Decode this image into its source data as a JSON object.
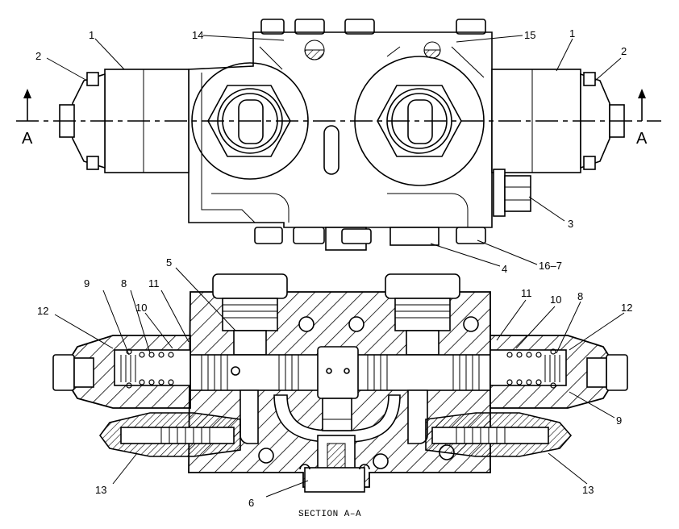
{
  "diagram": {
    "section_marker_left": "A",
    "section_marker_right": "A",
    "caption": "SECTION A–A",
    "callouts": {
      "c1_left": "1",
      "c1_right": "1",
      "c2_left": "2",
      "c2_right": "2",
      "c3": "3",
      "c4": "4",
      "c5": "5",
      "c6": "6",
      "c8_left": "8",
      "c8_right": "8",
      "c9_left": "9",
      "c9_right": "9",
      "c10_left": "10",
      "c10_right": "10",
      "c11_left": "11",
      "c11_right": "11",
      "c12_left": "12",
      "c12_right": "12",
      "c13_left": "13",
      "c13_right": "13",
      "c14": "14",
      "c15": "15",
      "c16_7": "16–7"
    }
  }
}
